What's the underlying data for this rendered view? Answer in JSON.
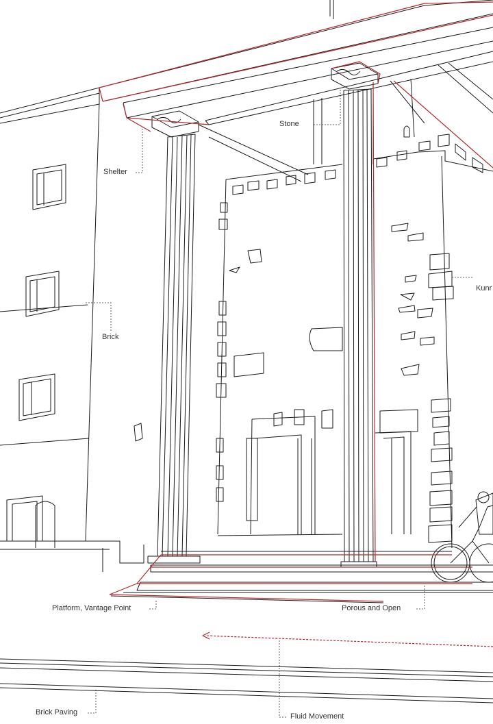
{
  "colors": {
    "ink": "#1a1a1a",
    "accent": "#b3262c",
    "label": "#333333",
    "background": "#ffffff"
  },
  "labels": {
    "stone": "Stone",
    "shelter": "Shelter",
    "kunr": "Kunr",
    "brick": "Brick",
    "platform": "Platform, Vantage Point",
    "porous": "Porous and Open",
    "brick_paving": "Brick Paving",
    "fluid_movement": "Fluid Movement"
  }
}
